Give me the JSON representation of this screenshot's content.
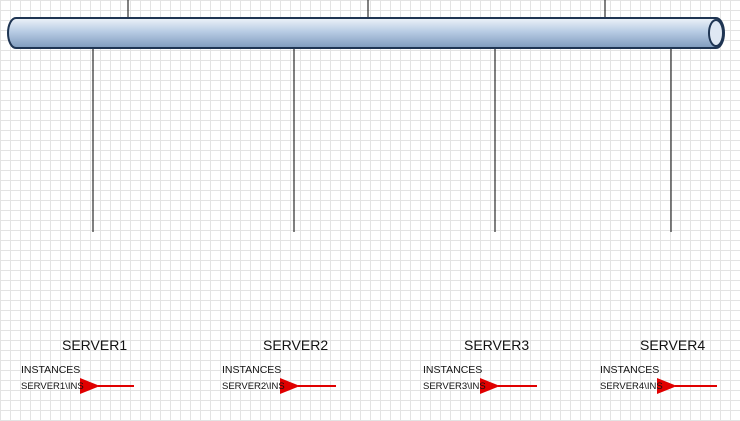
{
  "servers": [
    {
      "name": "SERVER1",
      "instances_label": "INSTANCES",
      "instance": "SERVER1\\INS"
    },
    {
      "name": "SERVER2",
      "instances_label": "INSTANCES",
      "instance": "SERVER2\\INS"
    },
    {
      "name": "SERVER3",
      "instances_label": "INSTANCES",
      "instance": "SERVER3\\INS"
    },
    {
      "name": "SERVER4",
      "instances_label": "INSTANCES",
      "instance": "SERVER4\\INS"
    }
  ],
  "colors": {
    "bus_fill": "#b8cce4",
    "bus_stroke": "#1f3553",
    "arrow": "#e00000",
    "server_body": "#f1e9cf",
    "server_side": "#c9b98f",
    "db_fill": "#c9dff2"
  },
  "icons": {
    "server": "server-database-icon",
    "arrow": "red-arrow-left-icon"
  }
}
